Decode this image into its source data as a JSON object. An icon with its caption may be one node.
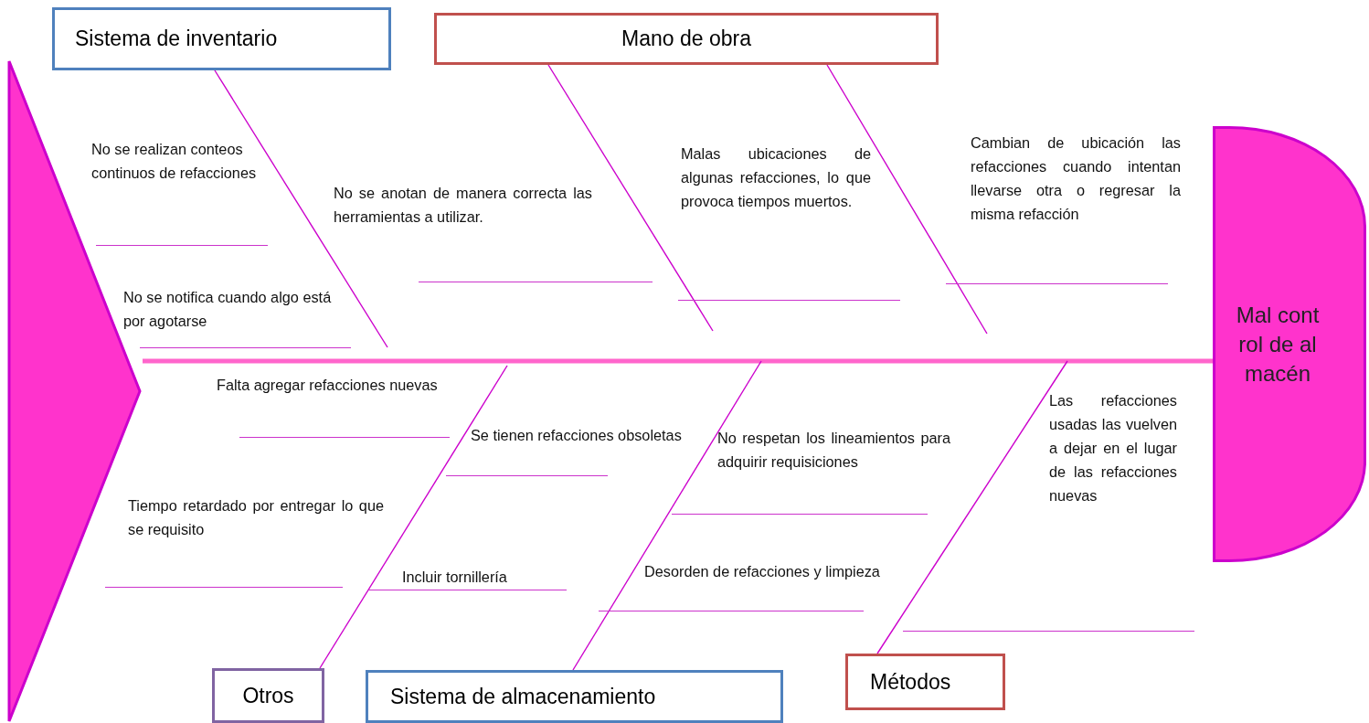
{
  "diagram": {
    "nodes": [
      {
        "text": [
          "Sistema de inventario"
        ]
      },
      {
        "text": [
          "Mano de obra"
        ]
      },
      {
        "text": [
          "Otros"
        ]
      },
      {
        "text": [
          "Sistema de almacenamiento"
        ]
      },
      {
        "text": [
          "Métodos"
        ]
      },
      {
        "text": [
          "Mal control de almacén"
        ]
      },
      {
        "text": [],
        "shape": "triangle"
      },
      {
        "text": [
          "No se realizan conteos continuos de refacciones"
        ]
      },
      {
        "text": [
          "No se notifica cuando algo está por agotarse"
        ]
      },
      {
        "text": [
          "No se anotan de manera correcta las herramientas a utilizar."
        ]
      },
      {
        "text": [
          "Malas ubicaciones de algunas refacciones, lo que provoca tiempos muertos."
        ]
      },
      {
        "text": [
          "Cambian de ubicación las refacciones cuando intentan llevarse otra o regresar la misma refacción"
        ]
      },
      {
        "text": [
          "Falta agregar refacciones nuevas"
        ]
      },
      {
        "text": [
          "Se tienen refacciones obsoletas"
        ]
      },
      {
        "text": [
          "No respetan los lineamientos para adquirir requisiciones"
        ]
      },
      {
        "text": [
          "Tiempo retardado por entregar lo que se requisito"
        ]
      },
      {
        "text": [
          "Incluir tornillería"
        ]
      },
      {
        "text": [
          "Desorden de refacciones y limpieza"
        ]
      },
      {
        "text": [
          "Las refacciones usadas las vuelven a dejar en el lugar de las refacciones nuevas"
        ]
      }
    ],
    "edges": [
      {
        "from": 6,
        "to": 5,
        "arrow": "none",
        "style": "thick",
        "color": "#ff66cc"
      },
      {
        "from": 0,
        "to": null,
        "arrow": "none"
      },
      {
        "from": 1,
        "to": null,
        "arrow": "none"
      },
      {
        "from": 1,
        "to": null,
        "arrow": "none"
      },
      {
        "from": 2,
        "to": null,
        "arrow": "none"
      },
      {
        "from": 3,
        "to": null,
        "arrow": "none"
      },
      {
        "from": 4,
        "to": null,
        "arrow": "none"
      }
    ]
  }
}
